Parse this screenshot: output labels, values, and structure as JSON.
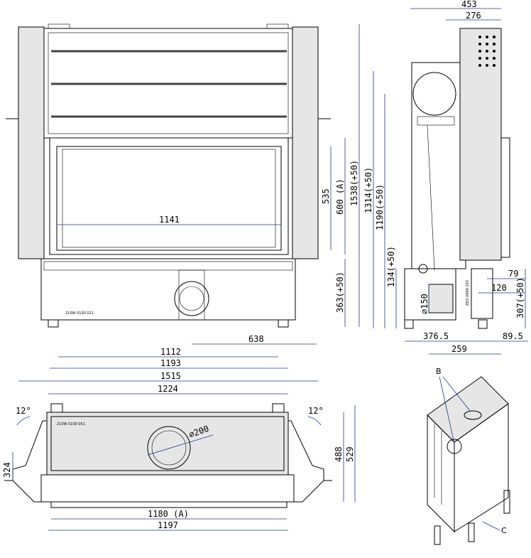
{
  "front_view": {
    "width_glass": "1141",
    "h_535": "535",
    "h_600a": "600 (A)",
    "h_1538": "1538(+50)",
    "h_363": "363(+50)",
    "w_638": "638",
    "w_1112": "1112",
    "w_1193": "1193",
    "w_1515": "1515",
    "plate_text": "210W 0100 021"
  },
  "side_view": {
    "d_453": "453",
    "d_276": "276",
    "h_1314": "1314(+50)",
    "h_1190": "1190(+50)",
    "h_134": "134(+50)",
    "dia_150": "∅150",
    "d_79": "79",
    "d_120": "120",
    "h_307": "307(+50)",
    "d_376": "376.5",
    "d_89": "89.5",
    "d_259": "259",
    "plate_text": "ZEO 0900 203"
  },
  "top_view": {
    "w_1224": "1224",
    "angle_left": "12°",
    "angle_right": "12°",
    "h_324": "324",
    "h_488": "488",
    "h_529": "529",
    "dia_200": "∅200",
    "w_1180": "1180 (A)",
    "w_1197": "1197",
    "plate_text": "210W 0100 051"
  },
  "iso_view": {
    "label_b": "B",
    "label_c": "C"
  }
}
